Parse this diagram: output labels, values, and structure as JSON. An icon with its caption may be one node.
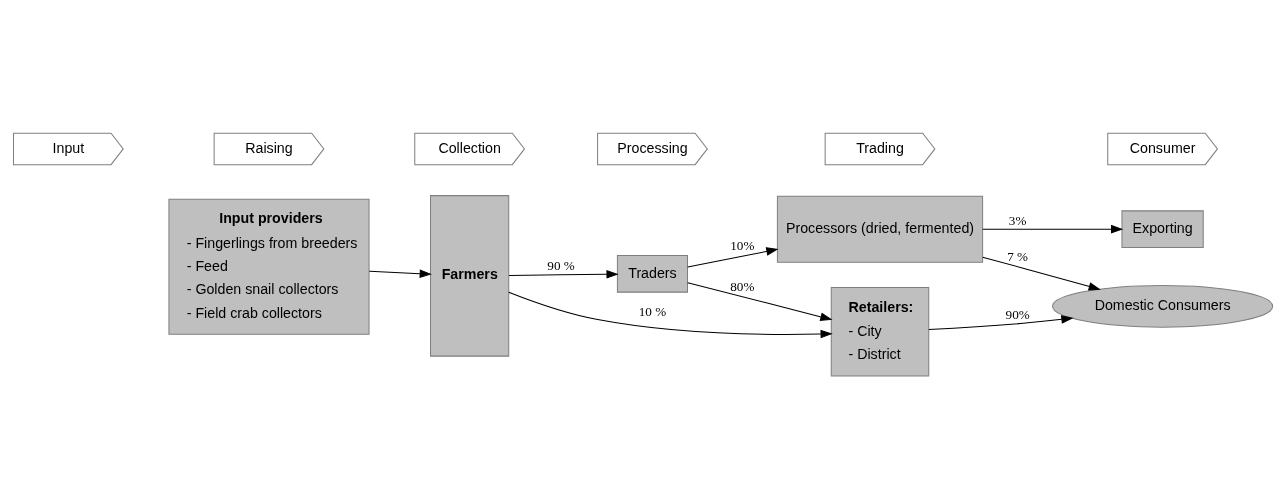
{
  "diagram": {
    "nodes": [
      {
        "text": [
          "Input"
        ]
      },
      {
        "text": [
          "Raising"
        ]
      },
      {
        "text": [
          "Collection"
        ]
      },
      {
        "text": [
          "Processing"
        ]
      },
      {
        "text": [
          "Trading"
        ]
      },
      {
        "text": [
          "Consumer"
        ]
      },
      {
        "text": [
          "Input providers",
          "- Fingerlings from breeders",
          "- Feed",
          "- Golden snail collectors",
          "- Field crab collectors"
        ]
      },
      {
        "text": [
          "Farmers"
        ]
      },
      {
        "text": [
          "Traders"
        ]
      },
      {
        "text": [
          "Retailers:",
          "- City",
          "- District"
        ]
      },
      {
        "text": [
          "Domestic Consumers"
        ]
      },
      {
        "text": [
          "Processors (dried, fermented)"
        ]
      },
      {
        "text": [
          "Exporting"
        ]
      }
    ],
    "edges": [
      {
        "from": 6,
        "to": 7,
        "arrow": "to"
      },
      {
        "from": 7,
        "to": 9,
        "arrow": "to",
        "label": "10 %"
      },
      {
        "from": 7,
        "to": 8,
        "arrow": "to",
        "label": "90 %"
      },
      {
        "from": 8,
        "to": 9,
        "arrow": "to",
        "label": "80%"
      },
      {
        "from": 9,
        "to": 10,
        "arrow": "to",
        "label": "90%"
      },
      {
        "from": 8,
        "to": 11,
        "arrow": "to",
        "label": "10%"
      },
      {
        "from": 11,
        "to": 10,
        "arrow": "to",
        "label": "7 %"
      },
      {
        "from": 11,
        "to": 12,
        "arrow": "to",
        "label": "3%"
      }
    ]
  }
}
